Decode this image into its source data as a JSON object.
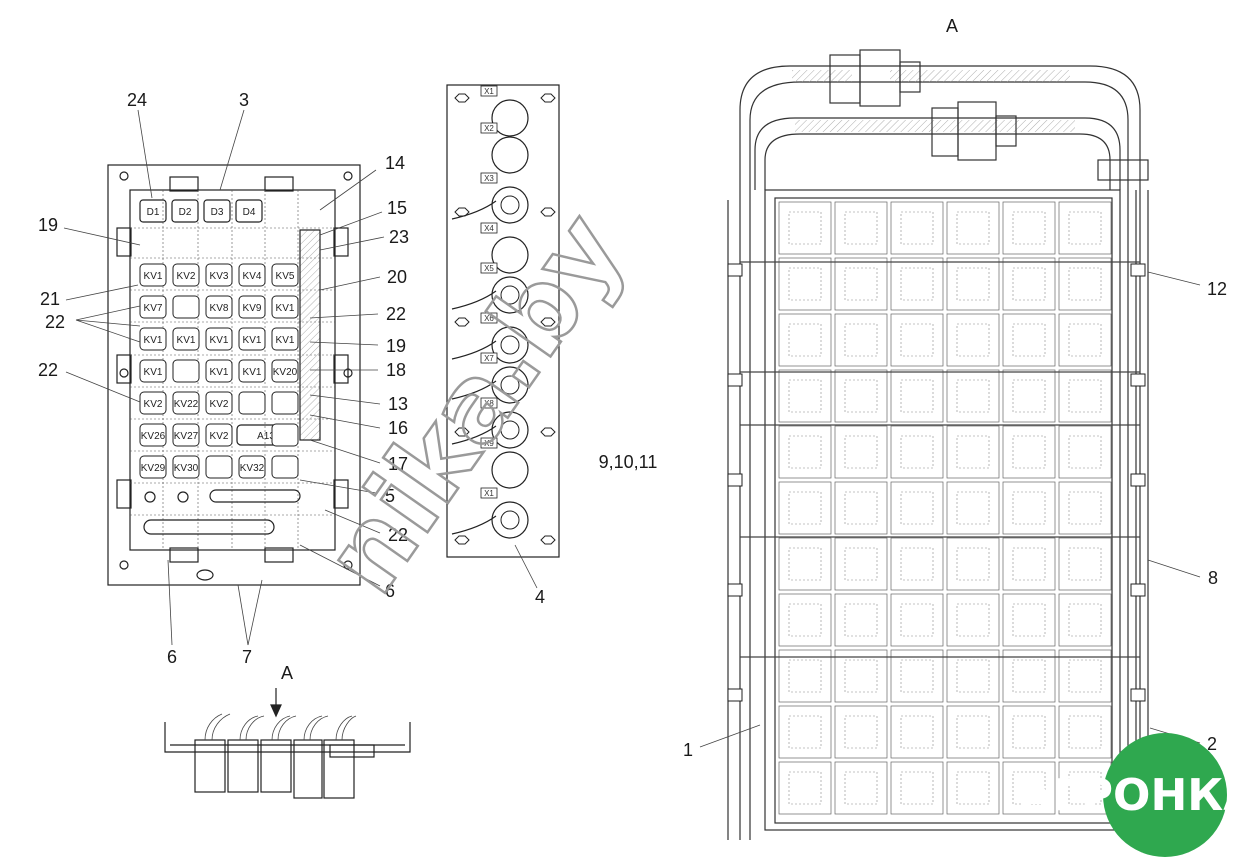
{
  "view_label_top": "А",
  "view_label_arrow": "А",
  "left_panel": {
    "fuse_labels": [
      "D1",
      "D2",
      "D3",
      "D4"
    ],
    "relay_rows": [
      [
        "KV1",
        "KV2",
        "KV3",
        "KV4",
        "KV5"
      ],
      [
        "KV7",
        "",
        "KV8",
        "KV9",
        "KV1"
      ],
      [
        "KV1",
        "KV1",
        "KV1",
        "KV1",
        "KV1"
      ],
      [
        "KV1",
        "",
        "KV1",
        "KV1",
        "KV20"
      ],
      [
        "KV2",
        "KV22",
        "KV2",
        "",
        ""
      ],
      [
        "KV26",
        "KV27",
        "KV2",
        "A13",
        ""
      ],
      [
        "KV29",
        "KV30",
        "",
        "KV32",
        ""
      ]
    ]
  },
  "connector_strip": {
    "connectors": [
      "X1",
      "X2",
      "X3",
      "X4",
      "X5",
      "X6",
      "X7",
      "X8",
      "X9",
      "X1"
    ]
  },
  "callouts_left": [
    "24",
    "3",
    "14",
    "15",
    "23",
    "20",
    "22",
    "19",
    "18",
    "13",
    "16",
    "17",
    "5",
    "22",
    "6",
    "19",
    "21",
    "22",
    "22",
    "6",
    "7",
    "4"
  ],
  "callout_center": "9,10,11",
  "callouts_right": [
    "12",
    "8",
    "1",
    "2"
  ],
  "watermark": "nika.by",
  "logo": {
    "text": "АГРОНКА",
    "color": "#2fa84f"
  }
}
